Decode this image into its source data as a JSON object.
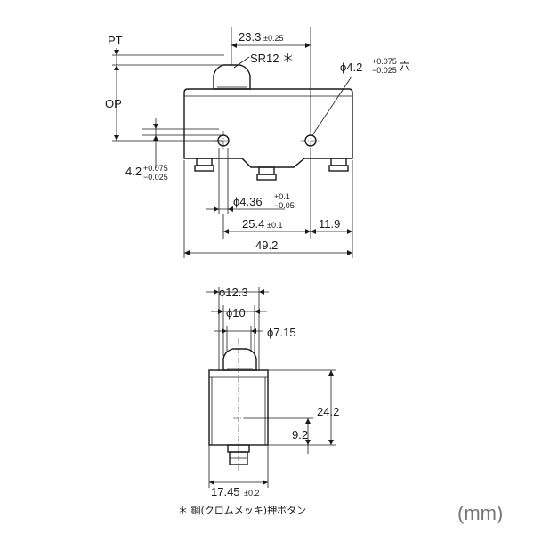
{
  "labels": {
    "pt": "PT",
    "op": "OP",
    "sr12": "SR12 ＊",
    "d_23_3": "23.3",
    "d_23_3_tol": "±0.25",
    "hole_phi": "ϕ4.2",
    "hole_tol_upper": "+0.075",
    "hole_tol_lower": "−0.025",
    "hole_suffix": "穴",
    "d_4_2": "4.2",
    "d_4_2_tol_upper": "+0.075",
    "d_4_2_tol_lower": "−0.025",
    "d_4_36": "ϕ4.36",
    "d_4_36_tol_upper": "+0.1",
    "d_4_36_tol_lower": "−0.05",
    "d_25_4": "25.4",
    "d_25_4_tol": "±0.1",
    "d_11_9": "11.9",
    "d_49_2": "49.2",
    "d_12_3": "ϕ12.3",
    "d_10": "ϕ10",
    "d_7_15": "ϕ7.15",
    "d_24_2": "24.2",
    "d_9_2": "9.2",
    "d_17_45": "17.45",
    "d_17_45_tol": "±0.2",
    "footnote": "＊ 鋼(クロムメッキ)押ボタン",
    "unit": "(mm)"
  }
}
